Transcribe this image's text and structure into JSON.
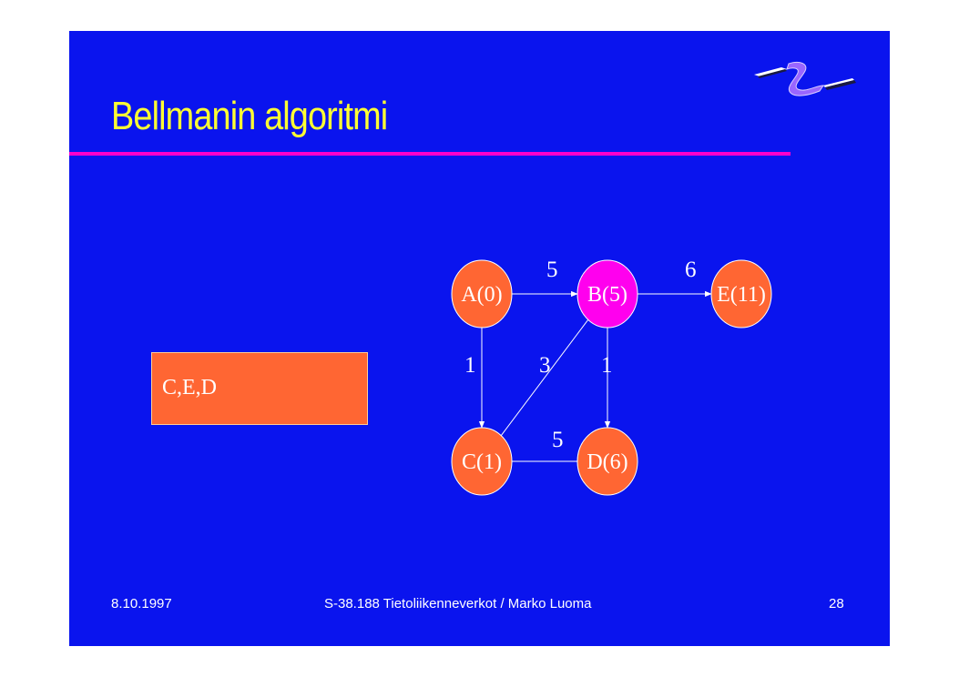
{
  "slide": {
    "title": "Bellmanin algoritmi",
    "background_color": "#0a14ee",
    "title_color": "#ffff33",
    "rule_color": "#ff00cc"
  },
  "logo": {
    "icon": "zz-logo-icon"
  },
  "queue_box": {
    "text": "C,E,D",
    "color": "#ff6633"
  },
  "graph": {
    "nodes": [
      {
        "id": "A",
        "label": "A(0)",
        "color": "#ff6633"
      },
      {
        "id": "B",
        "label": "B(5)",
        "color": "#ff00ee"
      },
      {
        "id": "E",
        "label": "E(11)",
        "color": "#ff6633"
      },
      {
        "id": "C",
        "label": "C(1)",
        "color": "#ff6633"
      },
      {
        "id": "D",
        "label": "D(6)",
        "color": "#ff6633"
      }
    ],
    "edges": [
      {
        "from": "A",
        "to": "B",
        "weight": "5",
        "directed": true
      },
      {
        "from": "B",
        "to": "E",
        "weight": "6",
        "directed": true
      },
      {
        "from": "A",
        "to": "C",
        "weight": "1",
        "directed": true
      },
      {
        "from": "B",
        "to": "C",
        "weight": "3",
        "directed": false
      },
      {
        "from": "B",
        "to": "D",
        "weight": "1",
        "directed": true
      },
      {
        "from": "C",
        "to": "D",
        "weight": "5",
        "directed": false
      }
    ]
  },
  "footer": {
    "date": "8.10.1997",
    "course": "S-38.188 Tietoliikenneverkot / Marko Luoma",
    "page": "28"
  }
}
